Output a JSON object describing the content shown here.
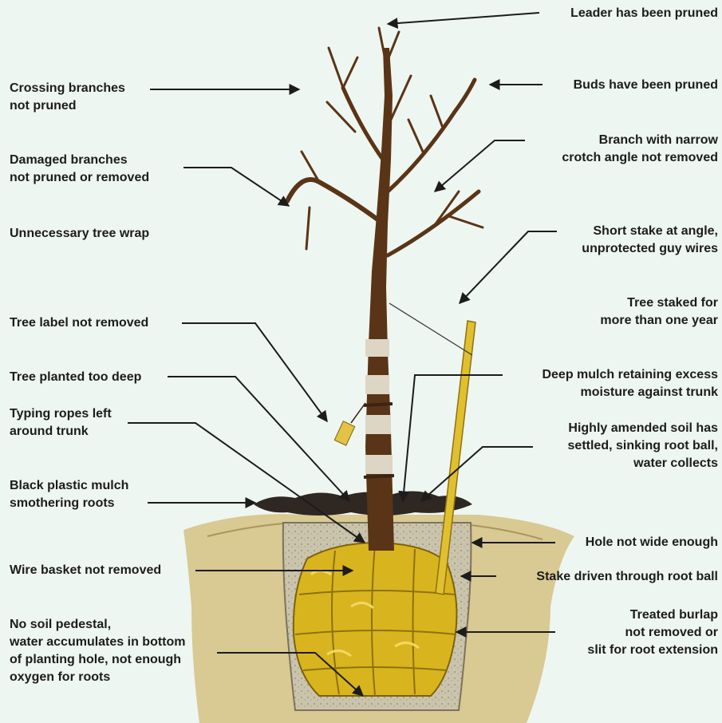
{
  "colors": {
    "background": "#eef6f1",
    "bark": "#5a3416",
    "wrap": "#ddd6c4",
    "rope": "#3a2414",
    "burlap": "#d8b51e",
    "burlap_shade": "#a88710",
    "soil": "#d9c992",
    "hole_soil": "#c9c1aa",
    "mulch": "#2e2722",
    "stake": "#e0c030",
    "pointer": "#1c1c1c"
  },
  "labels_left": [
    {
      "id": "crossing-branches",
      "text": "Crossing branches\nnot pruned"
    },
    {
      "id": "damaged-branches",
      "text": "Damaged branches\nnot pruned or removed"
    },
    {
      "id": "tree-wrap",
      "text": "Unnecessary tree wrap"
    },
    {
      "id": "tree-label",
      "text": "Tree label not removed"
    },
    {
      "id": "planted-deep",
      "text": "Tree planted too deep"
    },
    {
      "id": "typing-ropes",
      "text": "Typing ropes left\naround trunk"
    },
    {
      "id": "plastic-mulch",
      "text": "Black plastic mulch\nsmothering roots"
    },
    {
      "id": "wire-basket",
      "text": "Wire basket not removed"
    },
    {
      "id": "soil-pedestal",
      "text": "No soil pedestal,\nwater accumulates in bottom\nof planting hole, not enough\noxygen for roots"
    }
  ],
  "labels_right": [
    {
      "id": "leader-pruned",
      "text": "Leader has been pruned"
    },
    {
      "id": "buds-pruned",
      "text": "Buds have been pruned"
    },
    {
      "id": "narrow-crotch",
      "text": "Branch with narrow\ncrotch angle not removed"
    },
    {
      "id": "short-stake",
      "text": "Short stake at angle,\nunprotected guy wires"
    },
    {
      "id": "staked-long",
      "text": "Tree staked for\nmore than one year"
    },
    {
      "id": "deep-mulch",
      "text": "Deep mulch retaining excess\nmoisture against trunk"
    },
    {
      "id": "amended-soil",
      "text": "Highly amended soil has\nsettled, sinking root ball,\nwater collects"
    },
    {
      "id": "hole-narrow",
      "text": "Hole not wide enough"
    },
    {
      "id": "stake-through",
      "text": "Stake driven through root ball"
    },
    {
      "id": "treated-burlap",
      "text": "Treated burlap\nnot removed or\nslit for root extension"
    }
  ]
}
